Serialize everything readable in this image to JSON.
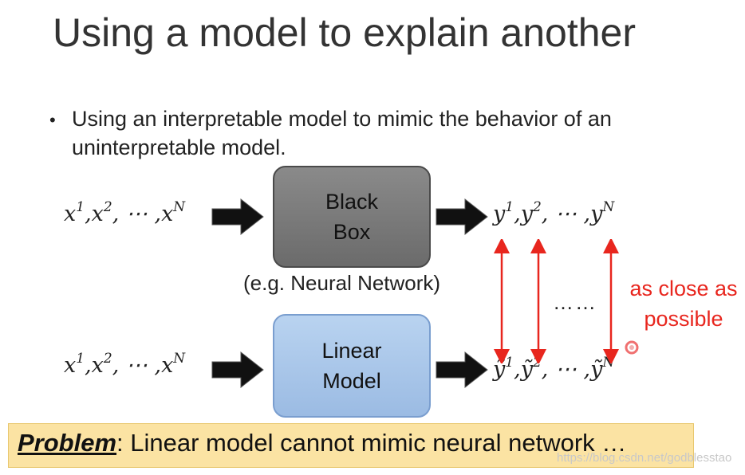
{
  "title": "Using a model to explain another",
  "bullet": "Using an interpretable model to mimic the behavior of an uninterpretable model.",
  "top_row": {
    "input": {
      "b1": "x",
      "s1": "1",
      "sep1": ",",
      "b2": "x",
      "s2": "2",
      "sep2": ", ⋯ ,",
      "b3": "x",
      "s3": "N"
    },
    "box_line1": "Black",
    "box_line2": "Box",
    "caption": "(e.g. Neural Network)",
    "output": {
      "b1": "y",
      "s1": "1",
      "sep1": ",",
      "b2": "y",
      "s2": "2",
      "sep2": ", ⋯ ,",
      "b3": "y",
      "s3": "N"
    }
  },
  "bottom_row": {
    "input": {
      "b1": "x",
      "s1": "1",
      "sep1": ",",
      "b2": "x",
      "s2": "2",
      "sep2": ", ⋯ ,",
      "b3": "x",
      "s3": "N"
    },
    "box_line1": "Linear",
    "box_line2": "Model",
    "output": {
      "b1": "ỹ",
      "s1": "1",
      "sep1": ",",
      "b2": "ỹ",
      "s2": "2",
      "sep2": ", ⋯ ,",
      "b3": "ỹ",
      "s3": "N"
    }
  },
  "dots": "……",
  "close_line1": "as close as",
  "close_line2": "possible",
  "problem_label": "Problem",
  "problem_text": ": Linear model cannot mimic neural network …",
  "watermark": "https://blog.csdn.net/godblesstao",
  "colors": {
    "accent_red": "#e8261e",
    "black_box": "#7a7a7a",
    "linear_box": "#a9c6ea",
    "problem_bg": "#fbe3a3"
  }
}
